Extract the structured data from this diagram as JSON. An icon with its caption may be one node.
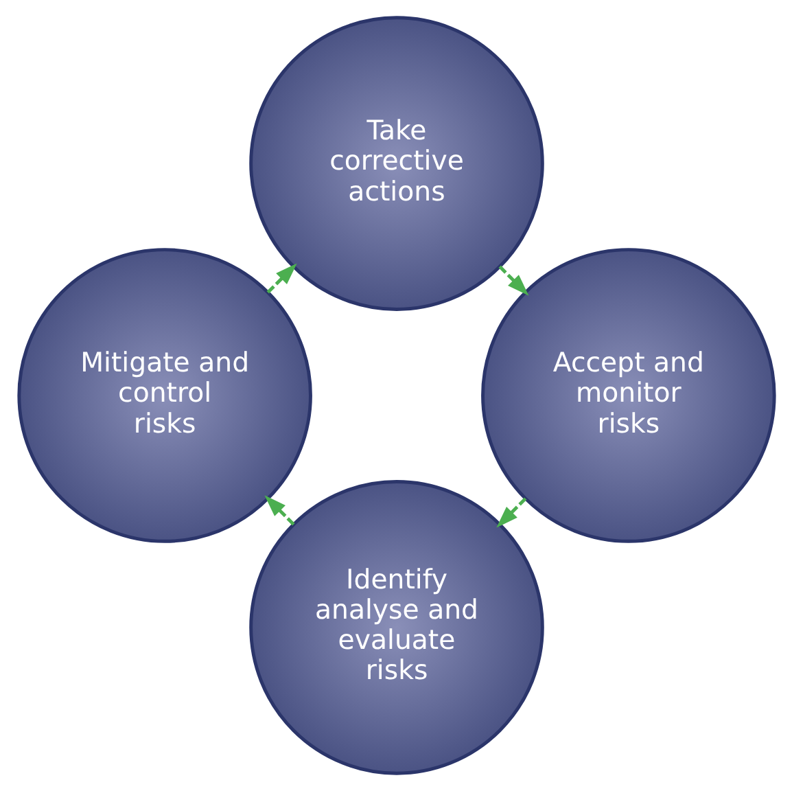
{
  "diagram": {
    "nodes": [
      {
        "text": [
          "Identify analyse and evaluate risks"
        ]
      },
      {
        "text": [
          "Mitigate and control risks"
        ]
      },
      {
        "text": [
          "Take corrective actions"
        ]
      },
      {
        "text": [
          "Accept and monitor risks"
        ]
      }
    ],
    "edges": [
      {
        "from": 0,
        "to": 1,
        "arrow": "to",
        "style": "dashed",
        "color": "#4caf50"
      },
      {
        "from": 1,
        "to": 2,
        "arrow": "to",
        "style": "dashed",
        "color": "#4caf50"
      },
      {
        "from": 2,
        "to": 3,
        "arrow": "to",
        "style": "dashed",
        "color": "#4caf50"
      },
      {
        "from": 3,
        "to": 0,
        "arrow": "to",
        "style": "dashed",
        "color": "#4caf50"
      }
    ]
  }
}
